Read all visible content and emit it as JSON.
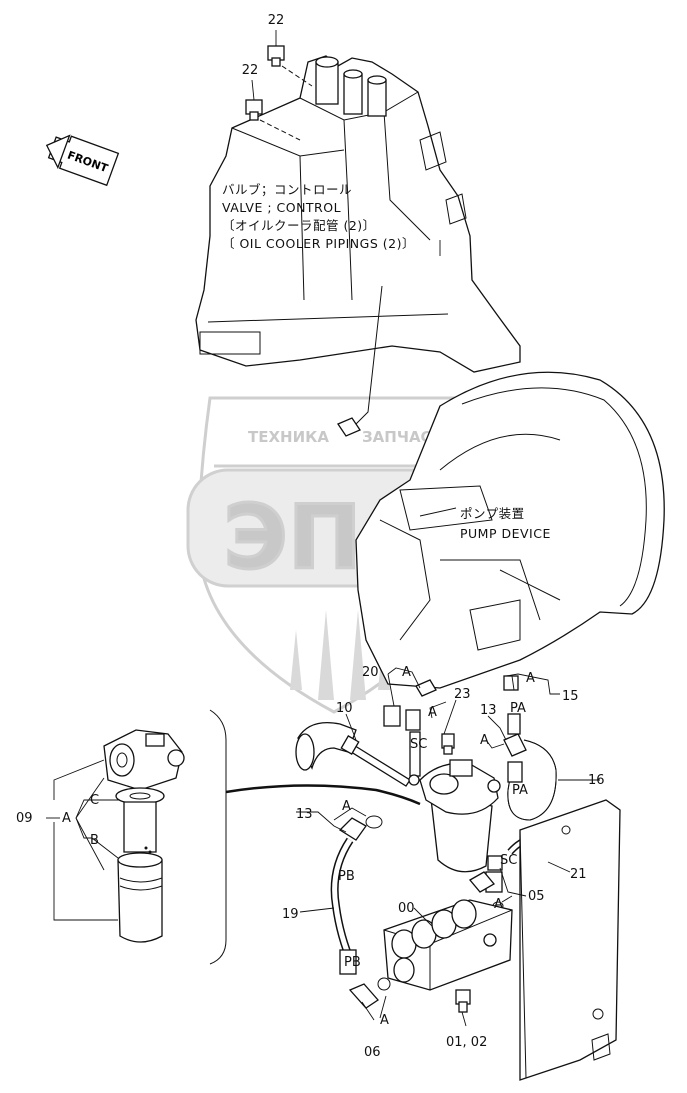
{
  "watermark": {
    "top_text": "ТЕХНИКА",
    "top_text_2": "ЗАПЧАСТИ",
    "big_text": "ЭПФ"
  },
  "front_arrow": "FRONT",
  "notes": {
    "valve_jp": "バルブ；コントロール",
    "valve_en": "VALVE ; CONTROL",
    "pipe_jp": "〔オイルクーラ配管 (2)〕",
    "pipe_en": "〔 OIL COOLER PIPINGS (2)〕",
    "pump_jp": "ポンプ装置",
    "pump_en": "PUMP DEVICE"
  },
  "callouts": {
    "c22a": "22",
    "c22b": "22",
    "c20": "20",
    "c23": "23",
    "c10": "10",
    "c13a": "13",
    "c13b": "13",
    "c15": "15",
    "c16": "16",
    "c21": "21",
    "c05": "05",
    "c19": "19",
    "c00": "00",
    "c06": "06",
    "c0102": "01, 02",
    "c09": "09",
    "a_15": "A",
    "a_20": "A",
    "a_23": "A",
    "a_13b": "A",
    "a_13a": "A",
    "a_05": "A",
    "a_06": "A",
    "a_09": "A",
    "b_09": "B",
    "c_09": "C",
    "pa1": "PA",
    "pa2": "PA",
    "pb1": "PB",
    "pb2": "PB",
    "sc1": "SC",
    "sc2": "SC"
  }
}
